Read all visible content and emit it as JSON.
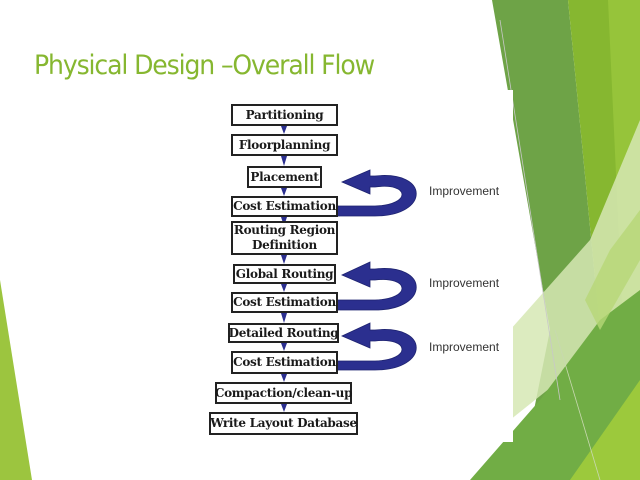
{
  "slide": {
    "title": "Physical Design –Overall Flow",
    "accent_color": "#86b730"
  },
  "flow": {
    "steps": [
      {
        "label": "Partitioning"
      },
      {
        "label": "Floorplanning"
      },
      {
        "label": "Placement"
      },
      {
        "label": "Cost Estimation"
      },
      {
        "label_line1": "Routing Region",
        "label_line2": "Definition"
      },
      {
        "label": "Global Routing"
      },
      {
        "label": "Cost Estimation"
      },
      {
        "label": "Detailed Routing"
      },
      {
        "label": "Cost Estimation"
      },
      {
        "label": "Compaction/clean-up"
      },
      {
        "label": "Write Layout Database"
      }
    ],
    "loops": [
      {
        "label": "Improvement",
        "from": "Cost Estimation",
        "to": "Placement"
      },
      {
        "label": "Improvement",
        "from": "Cost Estimation",
        "to": "Global Routing"
      },
      {
        "label": "Improvement",
        "from": "Cost Estimation",
        "to": "Detailed Routing"
      }
    ],
    "arrow_color": "#2b2f8f"
  }
}
